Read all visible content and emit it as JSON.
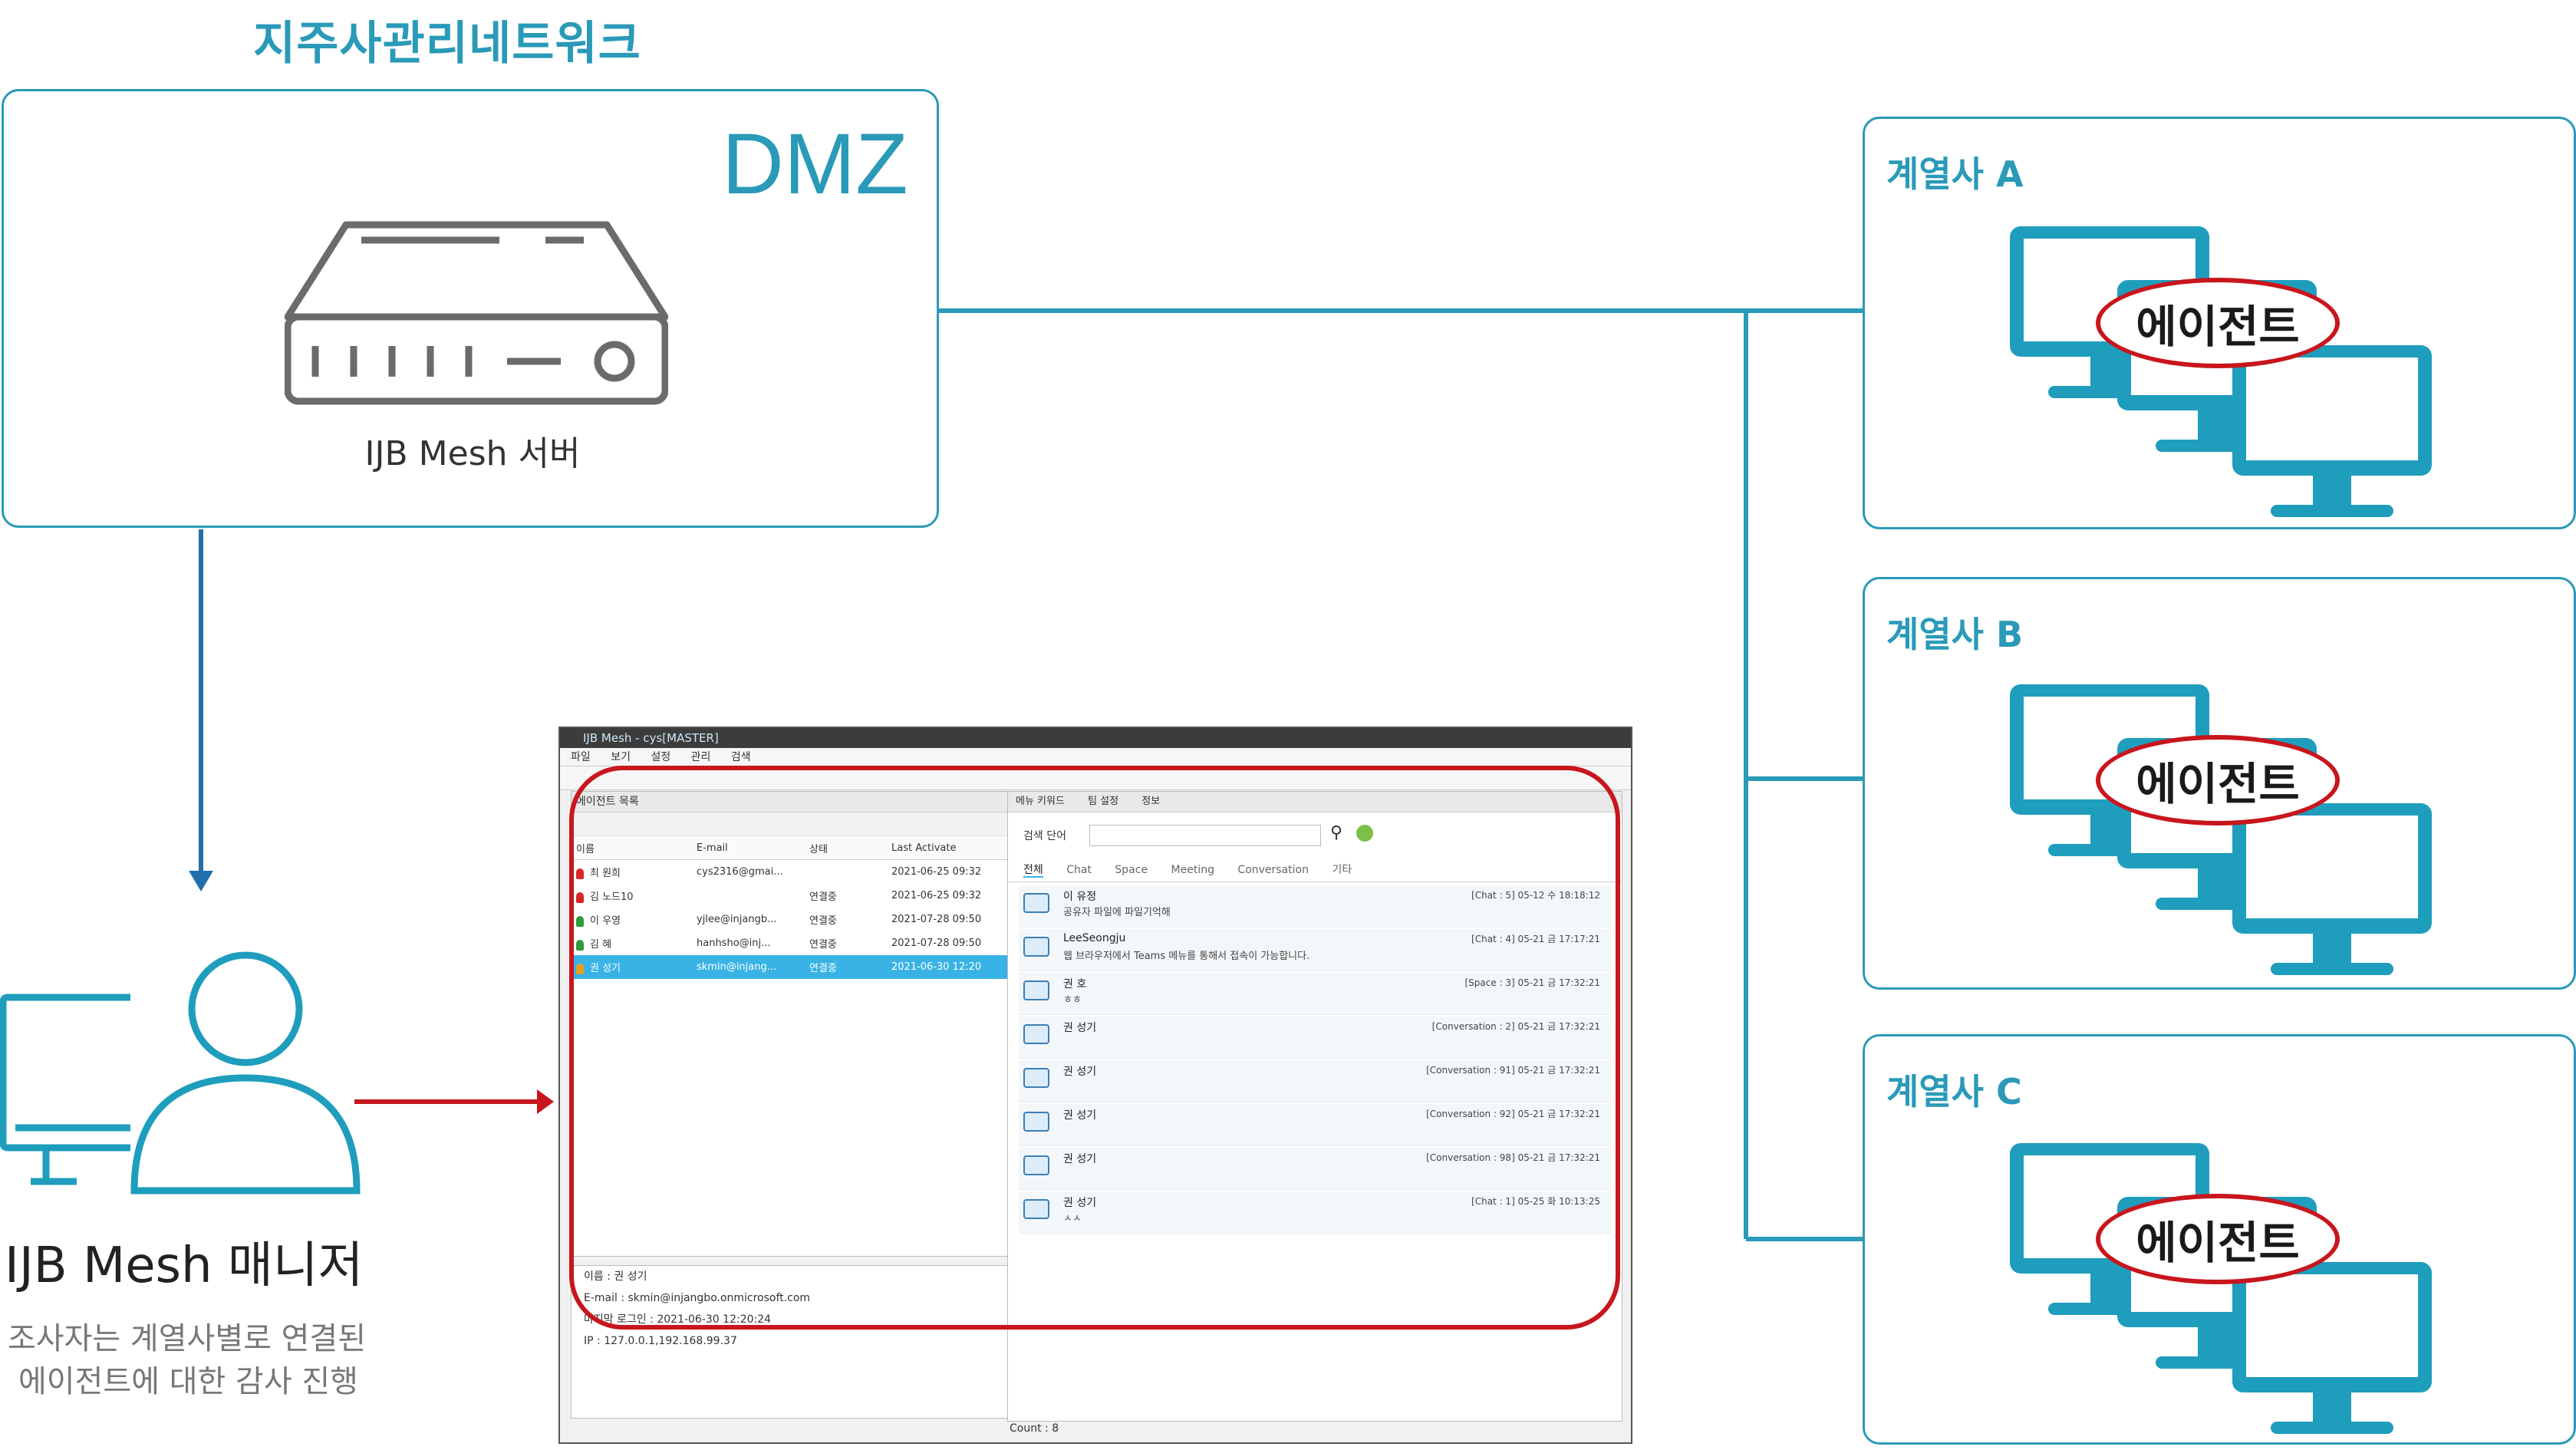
{
  "header": {
    "title": "지주사관리네트워크"
  },
  "dmz": {
    "label": "DMZ",
    "server_label": "IJB Mesh 서버"
  },
  "affiliates": [
    {
      "title": "계열사 A",
      "agent_label": "에이전트"
    },
    {
      "title": "계열사 B",
      "agent_label": "에이전트"
    },
    {
      "title": "계열사 C",
      "agent_label": "에이전트"
    }
  ],
  "manager": {
    "label": "IJB Mesh 매니저",
    "desc_line1": "조사자는 계열사별로 연결된",
    "desc_line2": "에이전트에 대한 감사 진행"
  },
  "app": {
    "window_title": "IJB Mesh - cys[MASTER]",
    "menu": [
      "파일",
      "보기",
      "설정",
      "관리",
      "검색"
    ],
    "left_pane_title": "에이전트 목록",
    "columns": [
      "이름",
      "E-mail",
      "상태",
      "Last Activate"
    ],
    "rows": [
      {
        "name": "최 원희",
        "email": "cys2316@gmai...",
        "status": "",
        "last": "2021-06-25 09:32",
        "color": "#d8262c",
        "selected": false
      },
      {
        "name": "김 노드10",
        "email": "",
        "status": "연결중",
        "last": "2021-06-25 09:32",
        "color": "#d8262c",
        "selected": false
      },
      {
        "name": "이 우영",
        "email": "yjlee@injangb...",
        "status": "연결중",
        "last": "2021-07-28 09:50",
        "color": "#2e9a3e",
        "selected": false
      },
      {
        "name": "김 혜",
        "email": "hanhsho@inj...",
        "status": "연결중",
        "last": "2021-07-28 09:50",
        "color": "#2e9a3e",
        "selected": false
      },
      {
        "name": "권 성기",
        "email": "skmin@injang...",
        "status": "연결중",
        "last": "2021-06-30 12:20",
        "color": "#e6a020",
        "selected": true
      }
    ],
    "info": [
      "이름 : 권 성기",
      "E-mail : skmin@injangbo.onmicrosoft.com",
      "마지막 로그인 : 2021-06-30 12:20:24",
      "IP : 127.0.0.1,192.168.99.37"
    ],
    "right_tabs": [
      "메뉴 키워드",
      "팀 설정",
      "정보"
    ],
    "search_label": "검색 단어",
    "subtabs": [
      "전체",
      "Chat",
      "Space",
      "Meeting",
      "Conversation",
      "기타"
    ],
    "messages": [
      {
        "name": "이 유정",
        "text": "공유자 파일에 파일기억해",
        "meta": "[Chat : 5] 05-12 수 18:18:12"
      },
      {
        "name": "LeeSeongju",
        "text": "웹 브라우저에서 Teams 메뉴를 통해서 접속이 가능합니다.",
        "meta": "[Chat : 4] 05-21 금 17:17:21"
      },
      {
        "name": "권 호",
        "text": "ㅎㅎ",
        "meta": "[Space : 3] 05-21 금 17:32:21"
      },
      {
        "name": "권 성기",
        "text": "",
        "meta": "[Conversation : 2] 05-21 금 17:32:21"
      },
      {
        "name": "권 성기",
        "text": "",
        "meta": "[Conversation : 91] 05-21 금 17:32:21"
      },
      {
        "name": "권 성기",
        "text": "",
        "meta": "[Conversation : 92] 05-21 금 17:32:21"
      },
      {
        "name": "권 성기",
        "text": "",
        "meta": "[Conversation : 98] 05-21 금 17:32:21"
      },
      {
        "name": "권 성기",
        "text": "ㅅㅅ",
        "meta": "[Chat : 1] 05-25 화 10:13:25"
      }
    ],
    "count": "Count : 8"
  },
  "colors": {
    "teal": "#2a9ab8",
    "red": "#c8161d",
    "blue": "#1f6fad"
  }
}
